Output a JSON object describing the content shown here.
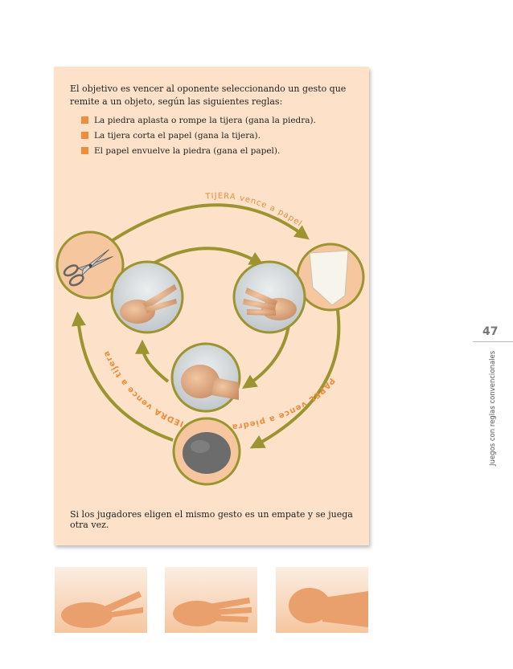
{
  "intro": "El objetivo es vencer al oponente seleccionando un gesto que remite a un objeto, según las siguientes reglas:",
  "rules": [
    "La piedra aplasta o rompe la tijera (gana la piedra).",
    "La tijera corta el papel (gana la tijera).",
    "El papel envuelve la piedra (gana el papel)."
  ],
  "diagram": {
    "tijera_label": "TIJERA vence a papel",
    "papel_label": "PAPEL vence a piedra",
    "piedra_label": "PIEDRA vence a tijera"
  },
  "outro": "Si los jugadores eligen el mismo gesto es un empate y se juega otra vez.",
  "page_number": "47",
  "side_title": "Juegos con reglas convencionales",
  "colors": {
    "accent": "#f08c3a",
    "arrow": "#9b9430",
    "panel": "#fde2c9"
  }
}
